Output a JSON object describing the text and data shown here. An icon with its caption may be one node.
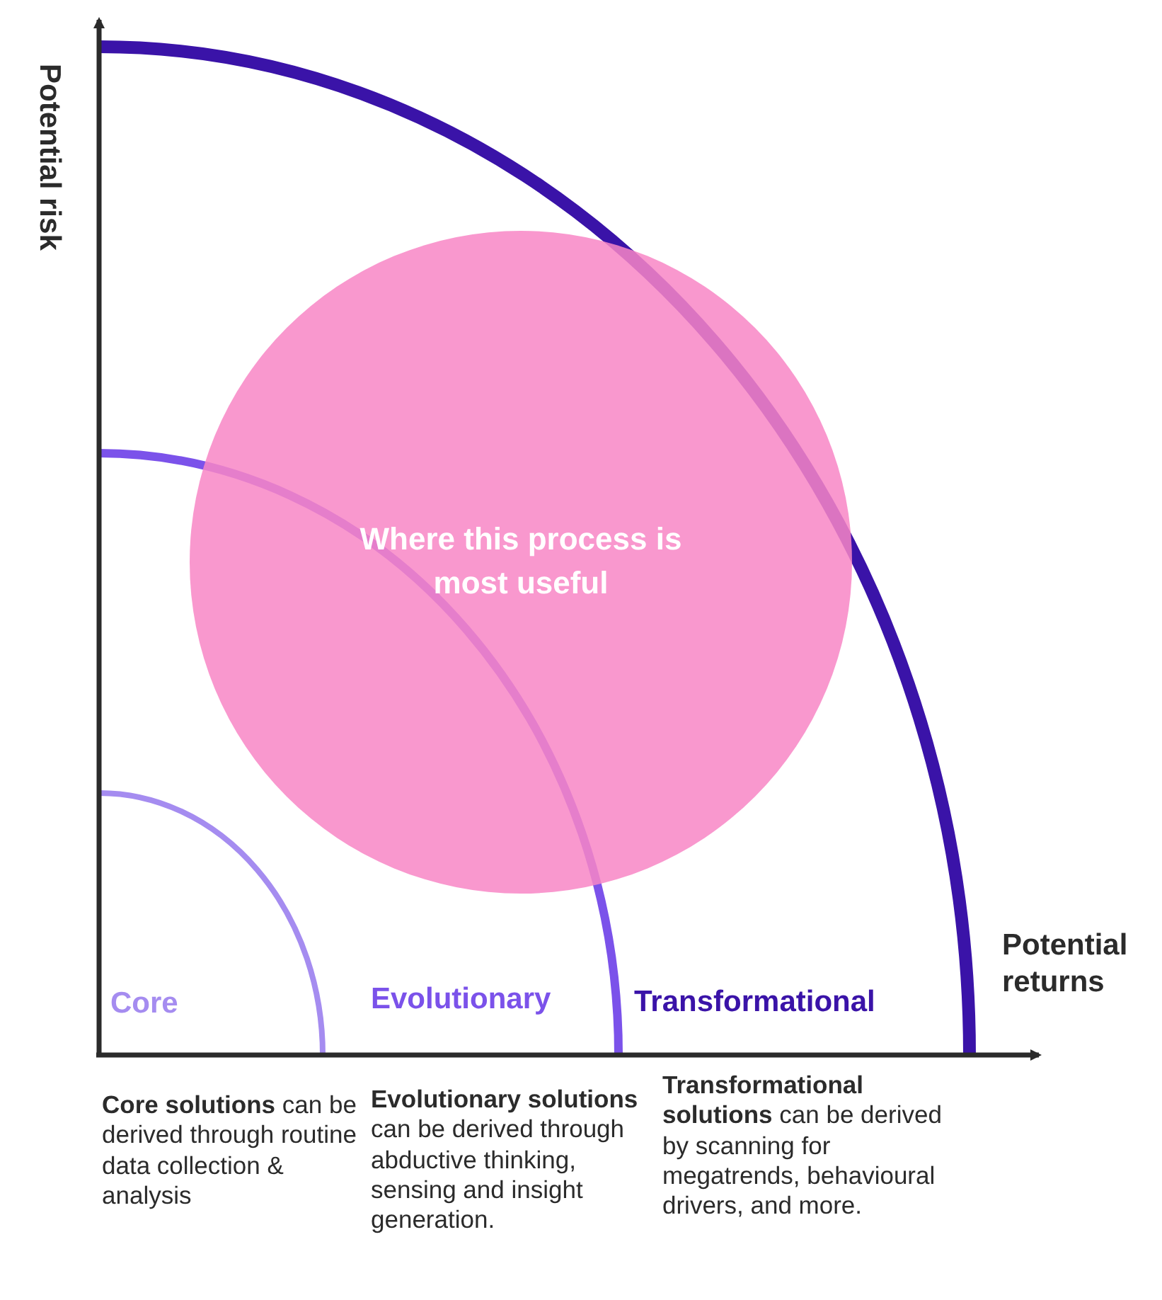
{
  "diagram": {
    "nodes": [
      {
        "text": [
          "Where this process is most useful"
        ]
      }
    ],
    "labels": [
      "Potential risk",
      "Potential returns",
      "Core",
      "Evolutionary",
      "Transformational",
      "**Core solutions** can be derived through routine data collection & analysis",
      "**Evolutionary solutions** can be derived through abductive thinking, sensing and insight generation.",
      "**Transformational solutions** can be derived by scanning for megatrends, behavioural drivers, and more."
    ]
  }
}
